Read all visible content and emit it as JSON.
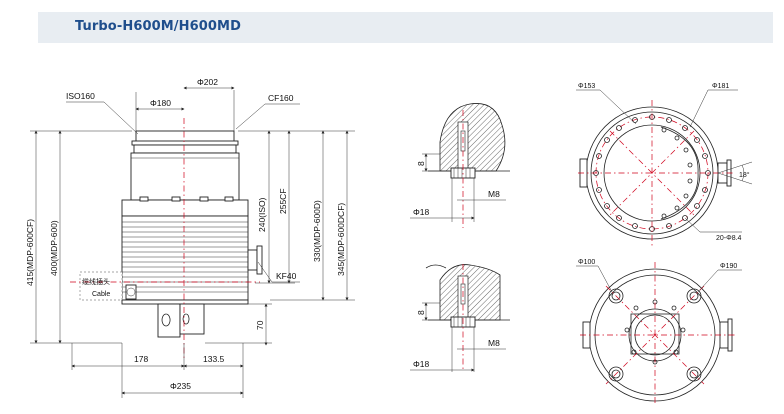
{
  "header": {
    "title": "Turbo-H600M/H600MD"
  },
  "pump_side_view": {
    "labels": {
      "iso": "ISO160",
      "cf": "CF160",
      "d180": "Φ180",
      "d202": "Φ202",
      "h240": "240(ISO)",
      "h255": "255CF",
      "h330": "330(MDP-600D)",
      "h345": "345(MDP-600DCF)",
      "h415": "415(MDP-600CF)",
      "h400": "400(MDP-600)",
      "kf40": "KF40",
      "h70": "70",
      "w178": "178",
      "w133": "133.5",
      "d235": "Φ235",
      "cable_cn": "缆线插头",
      "cable_en": "Cable"
    }
  },
  "bolt_detail_top": {
    "labels": {
      "h8": "8",
      "m8": "M8",
      "d18": "Φ18"
    }
  },
  "bolt_detail_bottom": {
    "labels": {
      "h8": "8",
      "m8": "M8",
      "d18": "Φ18"
    }
  },
  "flange_top_view": {
    "labels": {
      "d153": "Φ153",
      "d181": "Φ181",
      "angle": "18°",
      "holes": "20-Φ8.4"
    }
  },
  "flange_bottom_view": {
    "labels": {
      "d100": "Φ100",
      "d190": "Φ190"
    }
  },
  "colors": {
    "header_bg": "#e8edf2",
    "title": "#1f4e8c",
    "centerline": "#d0021b"
  }
}
